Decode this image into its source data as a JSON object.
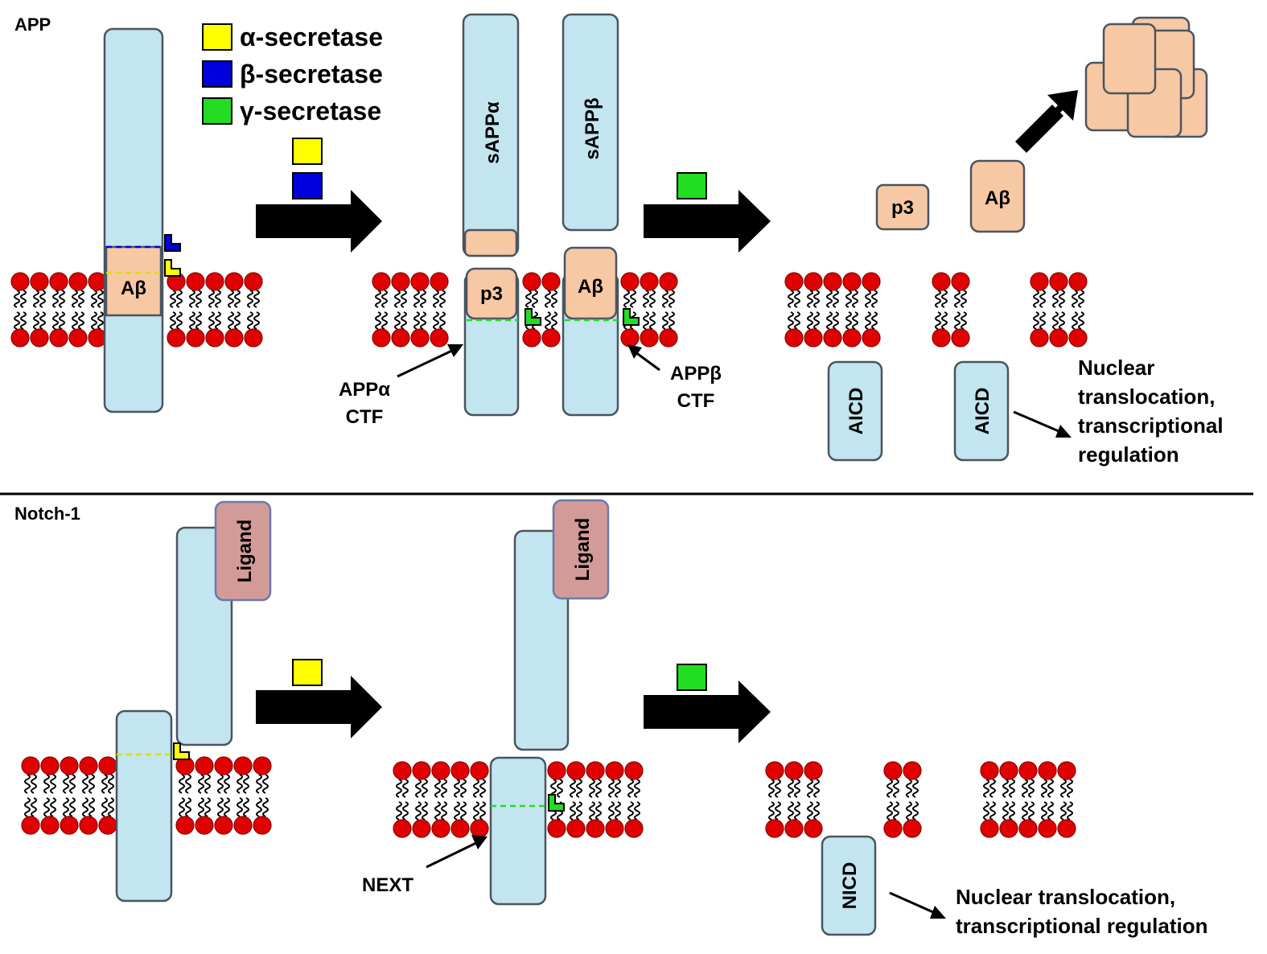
{
  "colors": {
    "alpha_secretase": "#ffff00",
    "beta_secretase": "#0000dd",
    "gamma_secretase": "#22dd22",
    "protein": "#c2e5ef",
    "peptide": "#f7c8a4",
    "ligand": "#d39b98",
    "lipid_head": "#e00000"
  },
  "legend": {
    "alpha": "α-secretase",
    "beta": "β-secretase",
    "gamma": "γ-secretase"
  },
  "app": {
    "section_label": "APP",
    "abeta": "Aβ",
    "sapp_alpha": "sAPPα",
    "sapp_beta": "sAPPβ",
    "p3": "p3",
    "app_alpha_ctf": [
      "APPα",
      "CTF"
    ],
    "app_beta_ctf": [
      "APPβ",
      "CTF"
    ],
    "aicd": "AICD",
    "outcome": [
      "Nuclear",
      "translocation,",
      "transcriptional",
      "regulation"
    ]
  },
  "notch": {
    "section_label": "Notch-1",
    "ligand": "Ligand",
    "next": "NEXT",
    "nicd": "NICD",
    "outcome": [
      "Nuclear translocation,",
      "transcriptional regulation"
    ]
  }
}
